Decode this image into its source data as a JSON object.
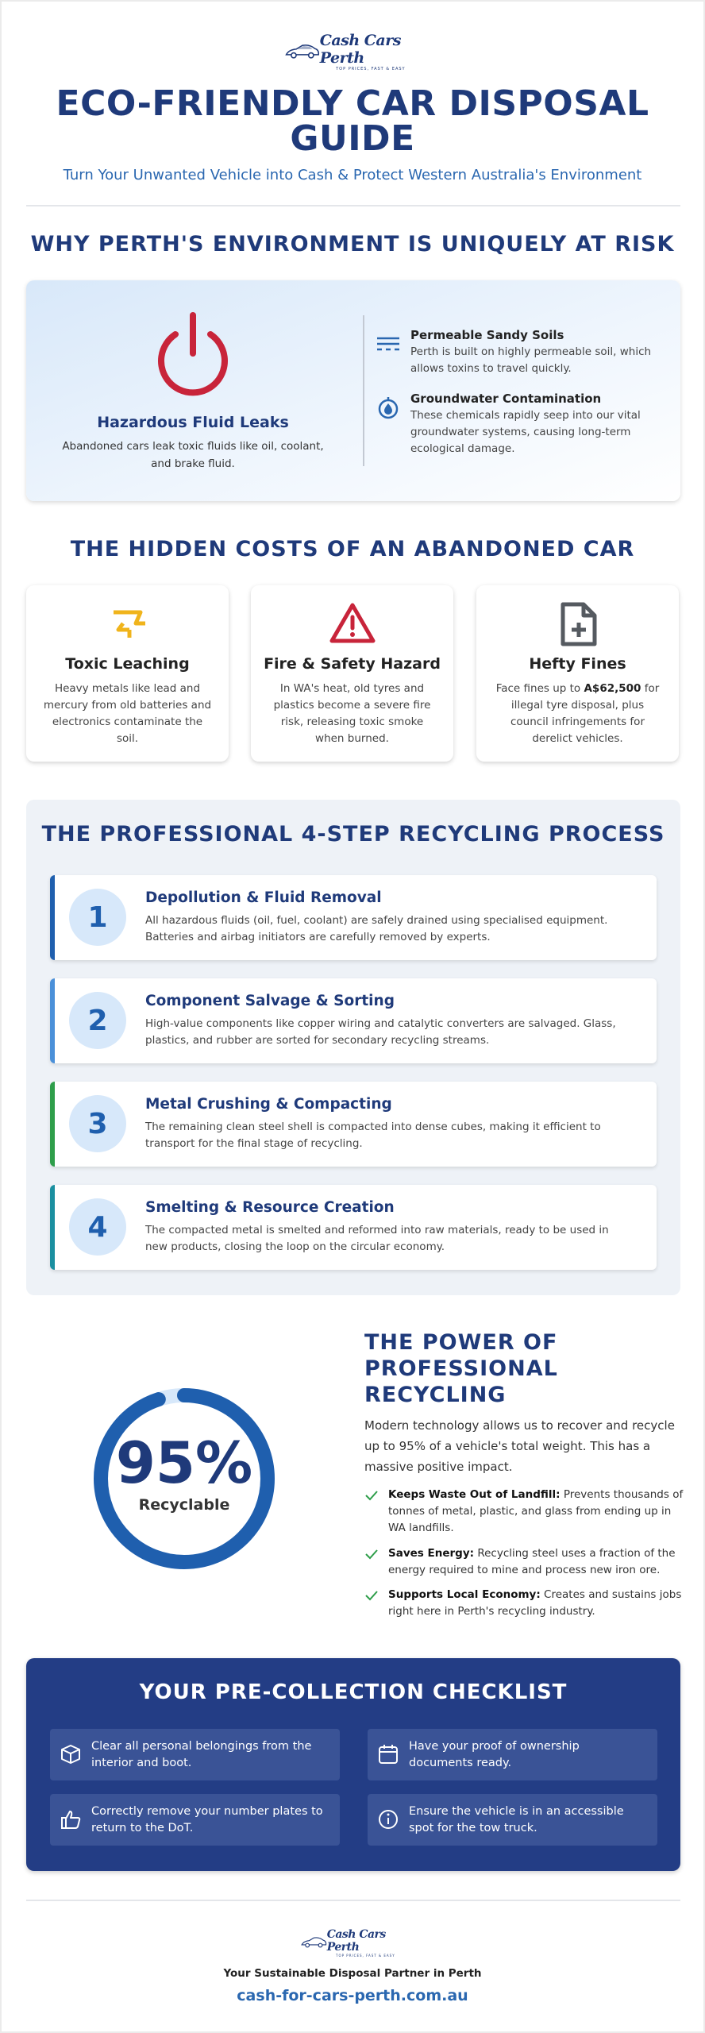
{
  "brand": {
    "name": "Cash Cars Perth",
    "tagline": "TOP PRICES, FAST & EASY"
  },
  "header": {
    "title": "ECO-FRIENDLY CAR DISPOSAL GUIDE",
    "subtitle": "Turn Your Unwanted Vehicle into Cash & Protect Western Australia's Environment"
  },
  "risk": {
    "title": "WHY PERTH'S ENVIRONMENT IS UNIQUELY AT RISK",
    "main_heading": "Hazardous Fluid Leaks",
    "main_text": "Abandoned cars leak toxic fluids like oil, coolant, and brake fluid.",
    "items": [
      {
        "icon": "soil-layers-icon",
        "heading": "Permeable Sandy Soils",
        "text": "Perth is built on highly permeable soil, which allows toxins to travel quickly."
      },
      {
        "icon": "water-drop-icon",
        "heading": "Groundwater Contamination",
        "text": "These chemicals rapidly seep into our vital groundwater systems, causing long-term ecological damage."
      }
    ]
  },
  "costs": {
    "title": "THE HIDDEN COSTS OF AN ABANDONED CAR",
    "cards": [
      {
        "icon": "broken-sign-icon",
        "heading": "Toxic Leaching",
        "text": "Heavy metals like lead and mercury from old batteries and electronics contaminate the soil."
      },
      {
        "icon": "warning-triangle-icon",
        "heading": "Fire & Safety Hazard",
        "text": "In WA's heat, old tyres and plastics become a severe fire risk, releasing toxic smoke when burned."
      },
      {
        "icon": "file-plus-icon",
        "heading": "Hefty Fines",
        "text_pre": "Face fines up to ",
        "text_bold": "A$62,500",
        "text_post": " for illegal tyre disposal, plus council infringements for derelict vehicles."
      }
    ]
  },
  "process": {
    "title": "THE PROFESSIONAL 4-STEP RECYCLING PROCESS",
    "steps": [
      {
        "num": "1",
        "heading": "Depollution & Fluid Removal",
        "text": "All hazardous fluids (oil, fuel, coolant) are safely drained using specialised equipment. Batteries and airbag initiators are carefully removed by experts.",
        "color": "#1f5fae"
      },
      {
        "num": "2",
        "heading": "Component Salvage & Sorting",
        "text": "High-value components like copper wiring and catalytic converters are salvaged. Glass, plastics, and rubber are sorted for secondary recycling streams.",
        "color": "#4a90d9"
      },
      {
        "num": "3",
        "heading": "Metal Crushing & Compacting",
        "text": "The remaining clean steel shell is compacted into dense cubes, making it efficient to transport for the final stage of recycling.",
        "color": "#2e9e4a"
      },
      {
        "num": "4",
        "heading": "Smelting & Resource Creation",
        "text": "The compacted metal is smelted and reformed into raw materials, ready to be used in new products, closing the loop on the circular economy.",
        "color": "#1a8fa0"
      }
    ]
  },
  "power": {
    "title": "THE POWER OF PROFESSIONAL RECYCLING",
    "intro": "Modern technology allows us to recover and recycle up to 95% of a vehicle's total weight. This has a massive positive impact.",
    "percent_text": "95%",
    "percent_value": 95,
    "percent_label": "Recyclable",
    "items": [
      {
        "bold": "Keeps Waste Out of Landfill:",
        "text": " Prevents thousands of tonnes of metal, plastic, and glass from ending up in WA landfills."
      },
      {
        "bold": "Saves Energy:",
        "text": " Recycling steel uses a fraction of the energy required to mine and process new iron ore."
      },
      {
        "bold": "Supports Local Economy:",
        "text": " Creates and sustains jobs right here in Perth's recycling industry."
      }
    ]
  },
  "checklist": {
    "title": "YOUR PRE-COLLECTION CHECKLIST",
    "items": [
      {
        "icon": "box-icon",
        "text": "Clear all personal belongings from the interior and boot."
      },
      {
        "icon": "calendar-icon",
        "text": "Have your proof of ownership documents ready."
      },
      {
        "icon": "thumbs-up-icon",
        "text": "Correctly remove your number plates to return to the DoT."
      },
      {
        "icon": "info-circle-icon",
        "text": "Ensure the vehicle is in an accessible spot for the tow truck."
      }
    ]
  },
  "footer": {
    "tagline": "Your Sustainable Disposal Partner in Perth",
    "url": "cash-for-cars-perth.com.au"
  },
  "colors": {
    "primary": "#1f3a7a",
    "accent": "#2a67b0",
    "danger": "#c8243a",
    "warning": "#f0b41c",
    "checklist_bg": "#233d85",
    "check_green": "#2e9e4a"
  }
}
